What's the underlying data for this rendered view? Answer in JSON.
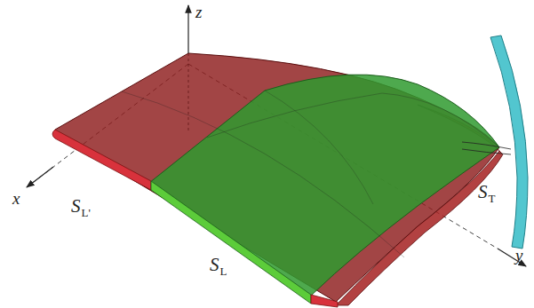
{
  "diagram": {
    "labels": [
      "z",
      "x",
      "y",
      "S",
      "L'",
      "S",
      "L",
      "S",
      "T"
    ]
  }
}
